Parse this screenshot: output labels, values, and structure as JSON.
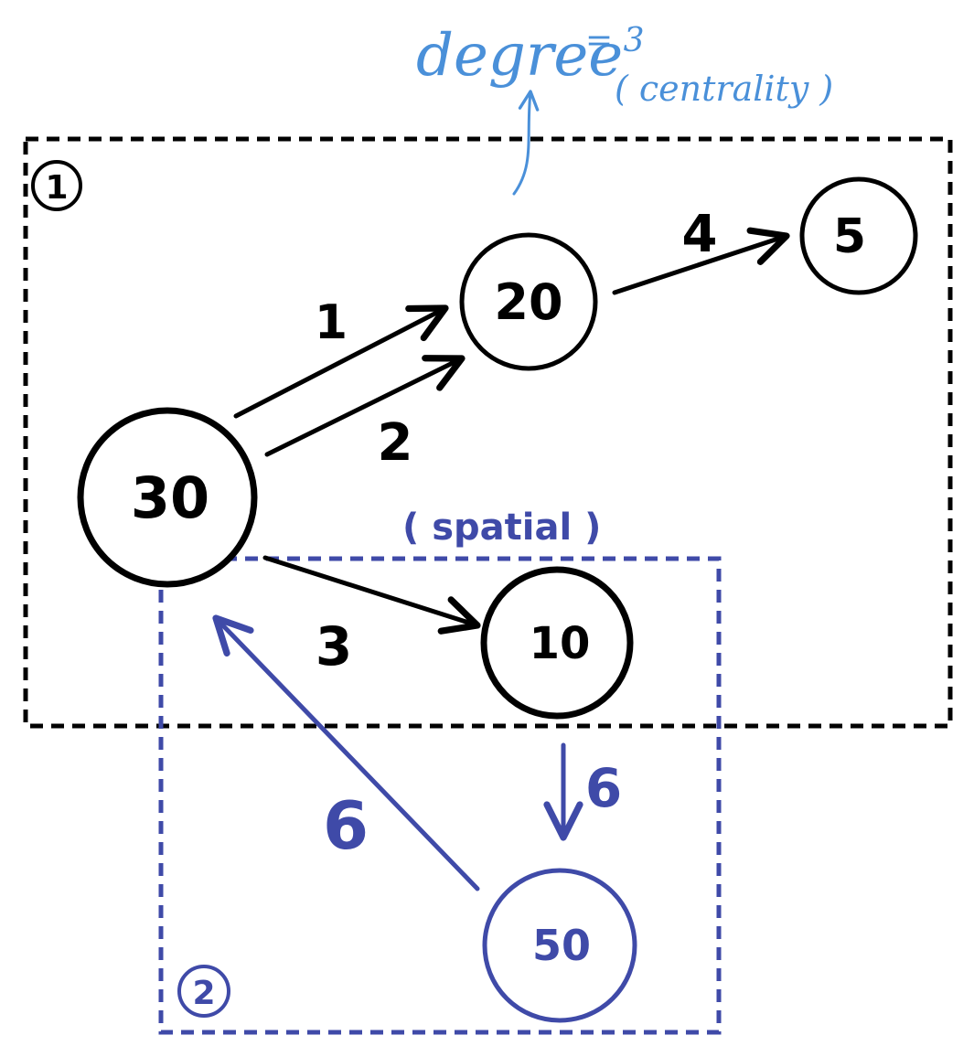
{
  "annotations": {
    "degree_label": "degree",
    "degree_value": "= 3",
    "centrality_label": "( centrality )",
    "spatial_label": "( spatial )"
  },
  "groups": {
    "group1_marker": "1",
    "group2_marker": "2"
  },
  "nodes": {
    "node_30": "30",
    "node_20": "20",
    "node_5": "5",
    "node_10": "10",
    "node_50": "50"
  },
  "edges": {
    "edge_30_20_a": "1",
    "edge_30_20_b": "2",
    "edge_30_10": "3",
    "edge_20_5": "4",
    "edge_10_50": "6",
    "edge_50_30": "6"
  },
  "colors": {
    "black": "#000000",
    "annotation_blue": "#4a90d9",
    "group2_blue": "#3f4aa8"
  }
}
